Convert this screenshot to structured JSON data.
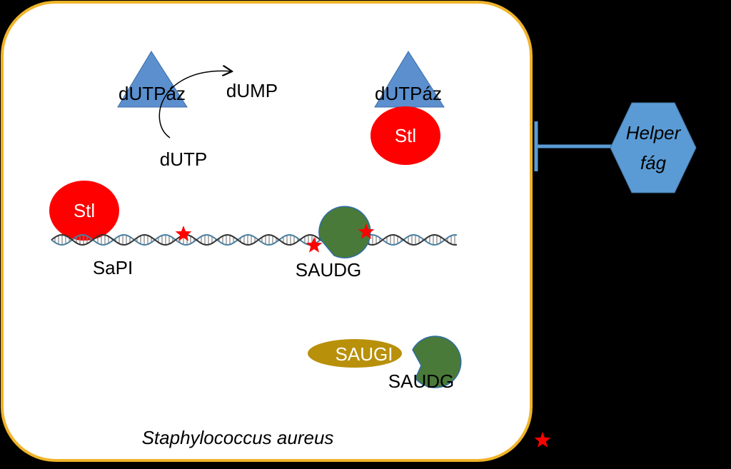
{
  "labels": {
    "dutpaz_1": "dUTPáz",
    "dump": "dUMP",
    "dutp": "dUTP",
    "dutpaz_2": "dUTPáz",
    "stl_1": "Stl",
    "stl_2": "Stl",
    "sapi": "SaPI",
    "saudg_1": "SAUDG",
    "saugi": "SAUGI",
    "saudg_2": "SAUDG",
    "organism": "Staphylococcus aureus",
    "helper_line1": "Helper",
    "helper_line2": "fág"
  },
  "colors": {
    "background": "#000000",
    "cell_fill": "#ffffff",
    "cell_border": "#f0b429",
    "dutpase": "#5b8fce",
    "stl": "#ff0000",
    "saudg": "#4a7a3a",
    "saugi": "#b8900a",
    "helper_phage": "#5b9bd5",
    "inhibitor_bar": "#5b9bd5",
    "star": "#ff0000",
    "dna": "#333333"
  },
  "icons": {
    "marker": "red-star-icon"
  }
}
